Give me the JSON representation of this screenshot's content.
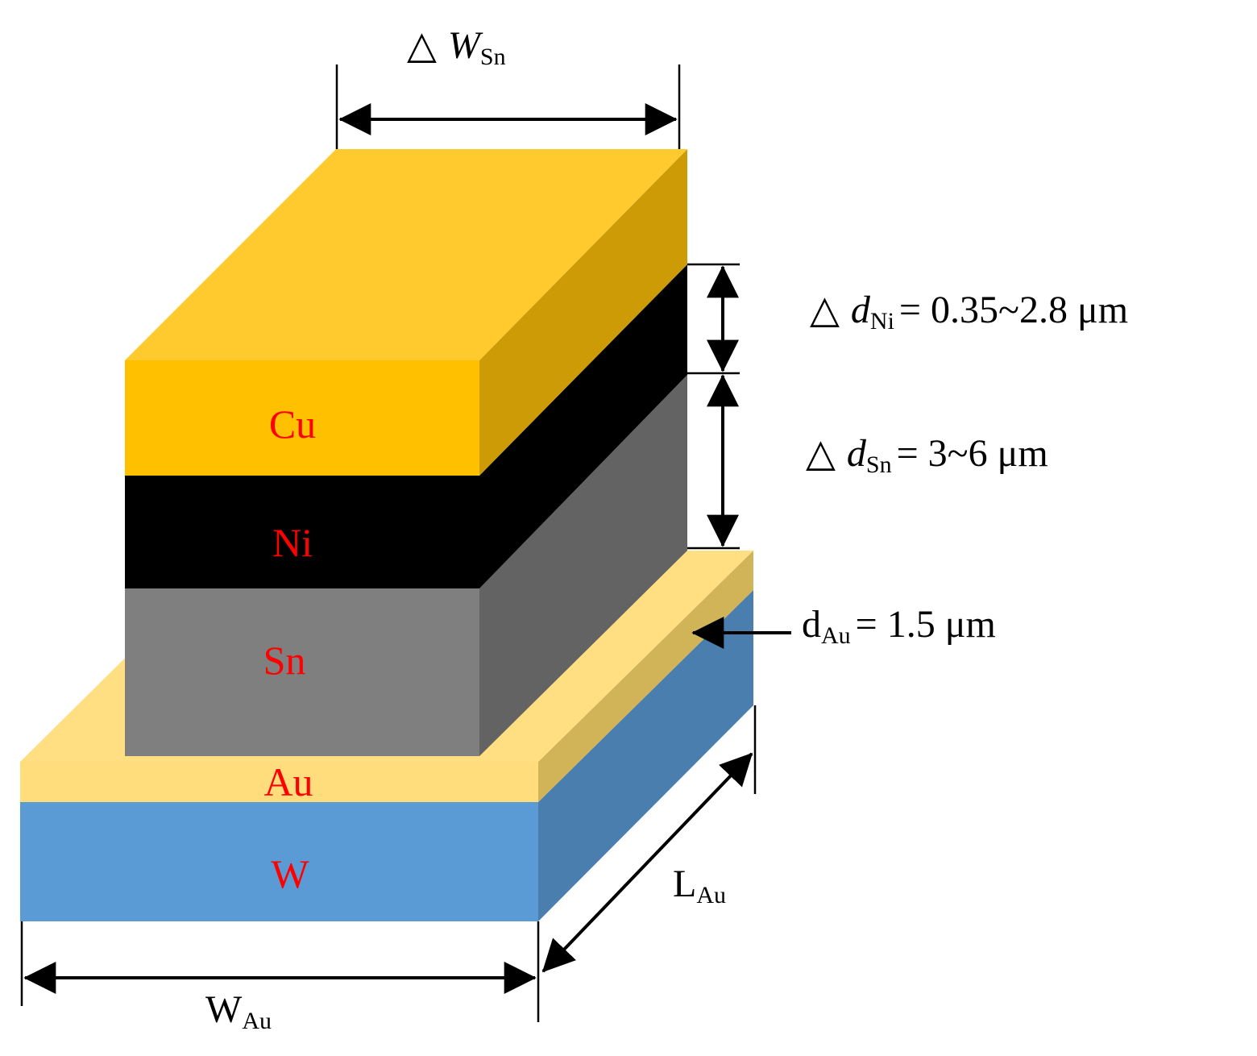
{
  "colors": {
    "cu_front": "#FFC000",
    "cu_top": "#FFCA2E",
    "cu_side": "#CC9B06",
    "ni_front": "#000000",
    "ni_side": "#000000",
    "sn_front": "#7F7F7F",
    "sn_side": "#636363",
    "au_front": "#FFDD7D",
    "au_top": "#FFDF82",
    "au_side": "#D2B458",
    "w_front": "#5B9BD5",
    "w_side": "#4A7EAE",
    "layer_label": "#FF0000"
  },
  "layers": {
    "cu": "Cu",
    "ni": "Ni",
    "sn": "Sn",
    "au": "Au",
    "w": "W"
  },
  "dimensions": {
    "delta_w_sn": {
      "prefix": "△",
      "symbol": "W",
      "sub": "Sn"
    },
    "delta_d_ni": {
      "prefix": "△",
      "symbol": "d",
      "sub": "Ni",
      "value": "= 0.35~2.8  μm"
    },
    "delta_d_sn": {
      "prefix": "△",
      "symbol": "d",
      "sub": "Sn",
      "value": "= 3~6 μm"
    },
    "d_au": {
      "symbol": "d",
      "sub": "Au",
      "value": "= 1.5 μm"
    },
    "l_au": {
      "symbol": "L",
      "sub": "Au"
    },
    "w_au": {
      "symbol": "W",
      "sub": "Au"
    }
  }
}
